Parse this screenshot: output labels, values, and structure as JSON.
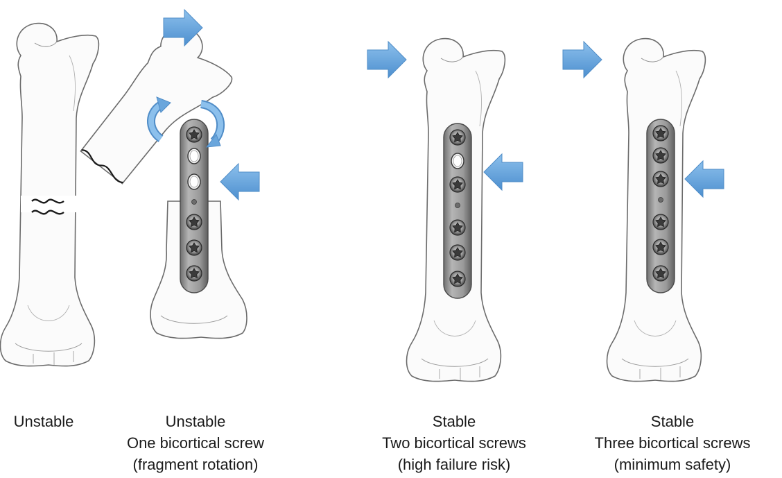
{
  "panels": [
    {
      "stability": "Unstable",
      "detail": "",
      "note": "",
      "fracture": "transverse",
      "plate": false,
      "screws": [],
      "push_arrows": [],
      "rotation_arrows": false
    },
    {
      "stability": "Unstable",
      "detail": "One bicortical screw",
      "note": "(fragment rotation)",
      "fracture": "displaced",
      "plate": true,
      "screws": [
        "screw",
        "empty",
        "empty",
        "small",
        "screw",
        "screw",
        "screw"
      ],
      "push_arrows": [
        "top-right",
        "mid-left"
      ],
      "rotation_arrows": true
    },
    {
      "stability": "Stable",
      "detail": "Two bicortical screws",
      "note": "(high failure risk)",
      "fracture": "plated",
      "plate": true,
      "screws": [
        "screw",
        "empty",
        "screw",
        "small",
        "screw",
        "screw",
        "screw"
      ],
      "push_arrows": [
        "top-left",
        "mid-left"
      ],
      "rotation_arrows": false
    },
    {
      "stability": "Stable",
      "detail": "Three bicortical screws",
      "note": "(minimum safety)",
      "fracture": "plated",
      "plate": true,
      "screws": [
        "screw",
        "screw",
        "screw",
        "small",
        "screw",
        "screw",
        "screw"
      ],
      "push_arrows": [
        "top-left",
        "mid-left"
      ],
      "rotation_arrows": false
    }
  ],
  "colors": {
    "arrow": "#6aa6dc",
    "arrow_edge": "#4f8cc7",
    "bone_line": "#6b6b6b",
    "plate": "#8e8e8e",
    "text": "#1a1a1a"
  },
  "icons": {
    "push": "blue-push-arrow-icon",
    "rotate": "curved-rotation-arrow-icon",
    "screw": "locking-screw-icon"
  }
}
